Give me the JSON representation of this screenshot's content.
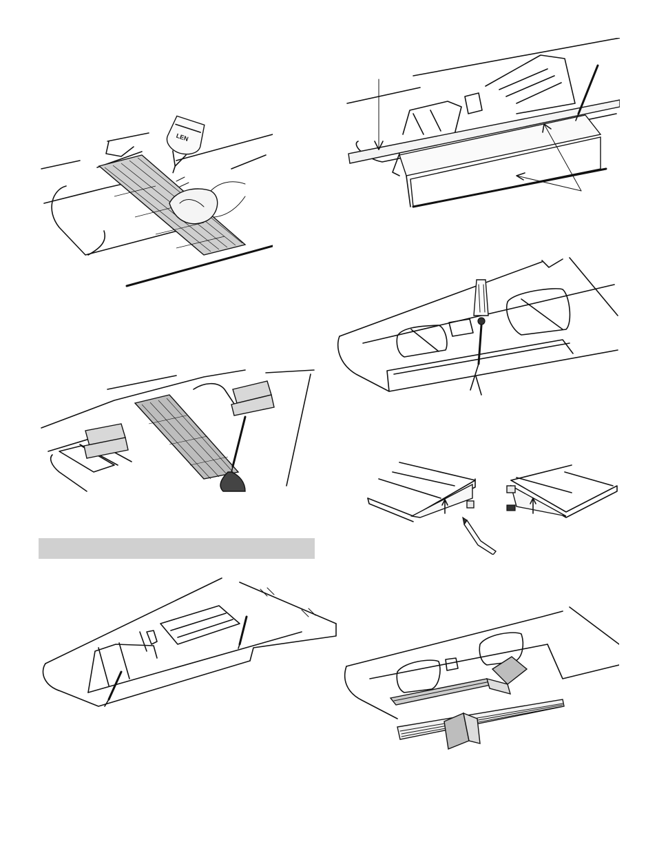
{
  "page": {
    "background": "#ffffff",
    "section_bar_color": "#d0d0d0"
  },
  "figures": {
    "glue_bottle_label": "LEN",
    "items": [
      {
        "id": "fig-1",
        "icon": "glue-bottle-and-tissue-icon"
      },
      {
        "id": "fig-2",
        "icon": "sanding-blocks-and-knife-icon"
      },
      {
        "id": "fig-3",
        "icon": "wing-trailing-edge-knife-icon"
      },
      {
        "id": "fig-4",
        "icon": "trailing-edge-strips-with-arrows-icon"
      },
      {
        "id": "fig-5",
        "icon": "wing-screwdriver-icon"
      },
      {
        "id": "fig-6",
        "icon": "wing-section-pencil-icon"
      },
      {
        "id": "fig-7",
        "icon": "wing-sanding-blocks-icon"
      }
    ]
  }
}
